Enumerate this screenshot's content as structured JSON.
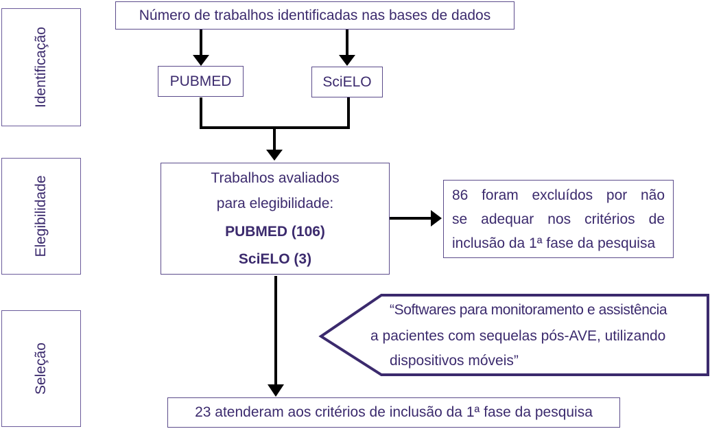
{
  "stages": {
    "identificacao": "Identificação",
    "elegibilidade": "Elegibilidade",
    "selecao": "Seleção"
  },
  "boxes": {
    "top": "Número de trabalhos identificadas nas bases de dados",
    "pubmed": "PUBMED",
    "scielo": "SciELO",
    "evaluated": {
      "line1": "Trabalhos avaliados",
      "line2": "para elegibilidade:",
      "pubmed": "PUBMED (106)",
      "scielo": "SciELO (3)"
    },
    "excluded": {
      "line1": "86 foram excluídos por não",
      "line2": "se adequar nos critérios de",
      "line3": "inclusão da 1ª fase da pesquisa"
    },
    "query": {
      "line1": "“Softwares para monitoramento e assistência",
      "line2": "a pacientes com sequelas pós-AVE, utilizando",
      "line3": "dispositivos móveis”"
    },
    "final": "23 atenderam aos critérios de inclusão da 1ª fase da pesquisa"
  },
  "colors": {
    "text": "#3b2a6d",
    "border": "#5a4a8a",
    "arrow": "#000000"
  }
}
